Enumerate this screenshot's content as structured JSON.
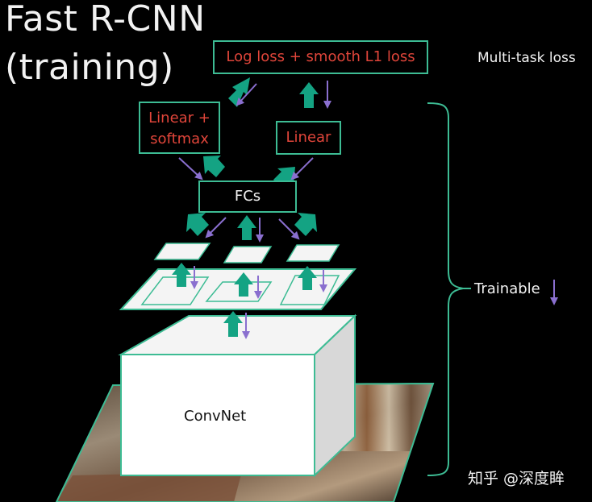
{
  "title": {
    "line1": "Fast R-CNN",
    "line2": "(training)"
  },
  "boxes": {
    "loss": "Log loss + smooth L1 loss",
    "softmax_line1": "Linear +",
    "softmax_line2": "softmax",
    "linear": "Linear",
    "fcs": "FCs"
  },
  "labels": {
    "multi_task_loss": "Multi-task loss",
    "trainable": "Trainable",
    "convnet": "ConvNet"
  },
  "watermark": "知乎 @深度眸",
  "colors": {
    "background": "#000000",
    "box_border": "#3dbc94",
    "box_text": "#e0453a",
    "forward_arrow": "#14a383",
    "backward_arrow": "#8a6fcf",
    "white_text": "#f2f2f2"
  }
}
